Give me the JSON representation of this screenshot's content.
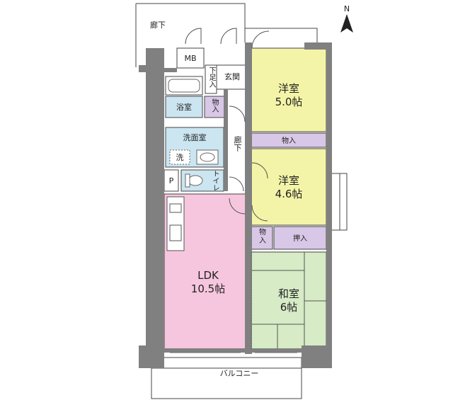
{
  "compass": {
    "north_label": "N"
  },
  "labels": {
    "corridor_top": "廊下",
    "mb": "MB",
    "shoe_storage": "下足入",
    "entrance": "玄関",
    "bath": "浴室",
    "storage_bath": "物入",
    "washroom": "洗面室",
    "washer": "洗",
    "corridor_inner": "廊下",
    "pipe_space": "P",
    "toilet": "トイレ",
    "western1_name": "洋室",
    "western1_size": "5.0帖",
    "storage_mid": "物入",
    "western2_name": "洋室",
    "western2_size": "4.6帖",
    "storage_small": "物入",
    "closet": "押入",
    "ldk_name": "LDK",
    "ldk_size": "10.5帖",
    "japanese_name": "和室",
    "japanese_size": "6帖",
    "balcony": "バルコニー"
  },
  "colors": {
    "western": "#F4F4A8",
    "storage": "#D8C7E6",
    "ldk": "#F6C6DE",
    "japanese": "#D6EBC6",
    "wet": "#CBE5F1",
    "wall": "#777777",
    "line": "#444444"
  }
}
